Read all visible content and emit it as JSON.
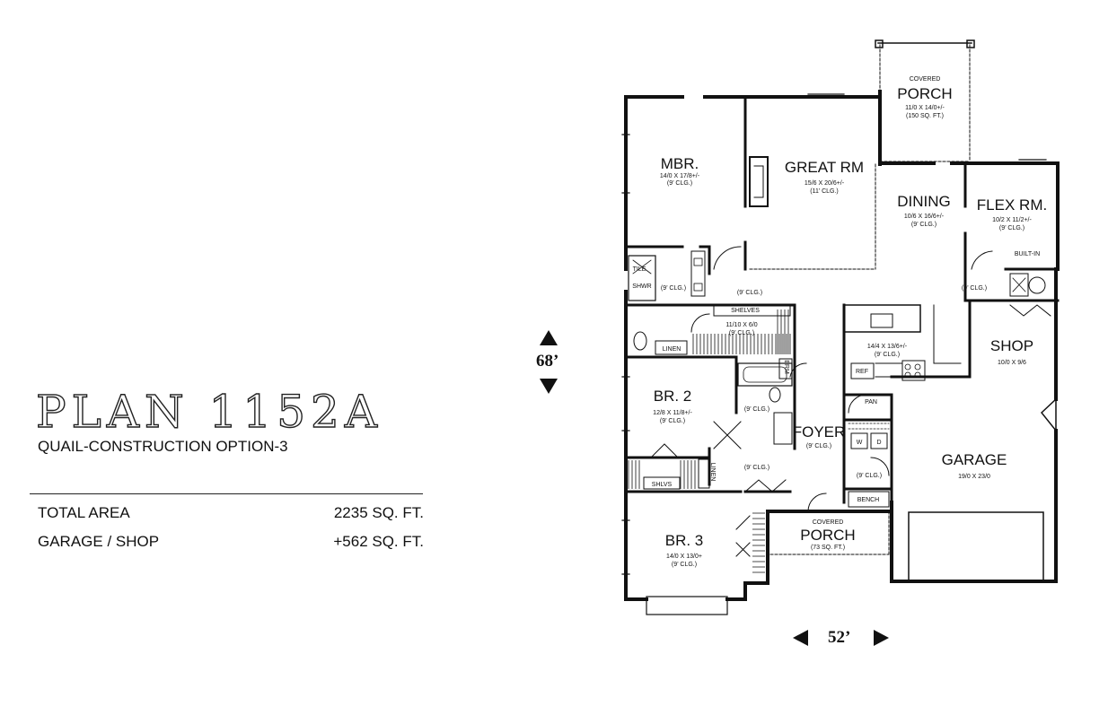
{
  "plan": {
    "title": "PLAN 1152A",
    "subtitle": "QUAIL-CONSTRUCTION OPTION-3",
    "areas": [
      {
        "label": "TOTAL AREA",
        "value": "2235 SQ. FT."
      },
      {
        "label": "GARAGE / SHOP",
        "value": "+562 SQ. FT."
      }
    ]
  },
  "dimensions": {
    "depth": "68’",
    "width": "52’"
  },
  "rooms": {
    "porch_rear": {
      "caption": "COVERED",
      "name": "PORCH",
      "dim": "11/0 X 14/0+/-",
      "extra": "(150 SQ. FT.)"
    },
    "mbr": {
      "name": "MBR.",
      "dim": "14/0 X 17/8+/-",
      "clg": "(9’ CLG.)"
    },
    "great_rm": {
      "name": "GREAT RM",
      "dim": "15/6 X 20/6+/-",
      "clg": "(11’ CLG.)"
    },
    "dining": {
      "name": "DINING",
      "dim": "10/6 X 16/6+/-",
      "clg": "(9’ CLG.)"
    },
    "flex_rm": {
      "name": "FLEX RM.",
      "dim": "10/2 X 11/2+/-",
      "clg": "(9’ CLG.)"
    },
    "kitchen": {
      "dim": "14/4 X 13/6+/-",
      "clg": "(9’ CLG.)"
    },
    "shop": {
      "name": "SHOP",
      "dim": "10/0 X 9/6"
    },
    "garage": {
      "name": "GARAGE",
      "dim": "19/0 X 23/0"
    },
    "br2": {
      "name": "BR. 2",
      "dim": "12/8 X 11/8+/-",
      "clg": "(9’ CLG.)"
    },
    "br3": {
      "name": "BR. 3",
      "dim": "14/0 X 13/0+",
      "clg": "(9’ CLG.)"
    },
    "foyer": {
      "name": "FOYER",
      "clg": "(9’ CLG.)"
    },
    "closet": {
      "dim": "11/10 X 6/0",
      "clg": "(9’ CLG.)"
    },
    "porch_front": {
      "caption": "COVERED",
      "name": "PORCH",
      "extra": "(73 SQ. FT.)"
    }
  },
  "labels": {
    "tile": "TILE",
    "shwr": "SHWR",
    "shelves": "SHELVES",
    "linen": "LINEN",
    "shlvs": "SHLVS",
    "brm": "BRM",
    "ref": "REF",
    "pan": "PAN",
    "w": "W",
    "d": "D",
    "bench": "BENCH",
    "built_in": "BUILT-IN",
    "clg9": "(9’ CLG.)"
  }
}
